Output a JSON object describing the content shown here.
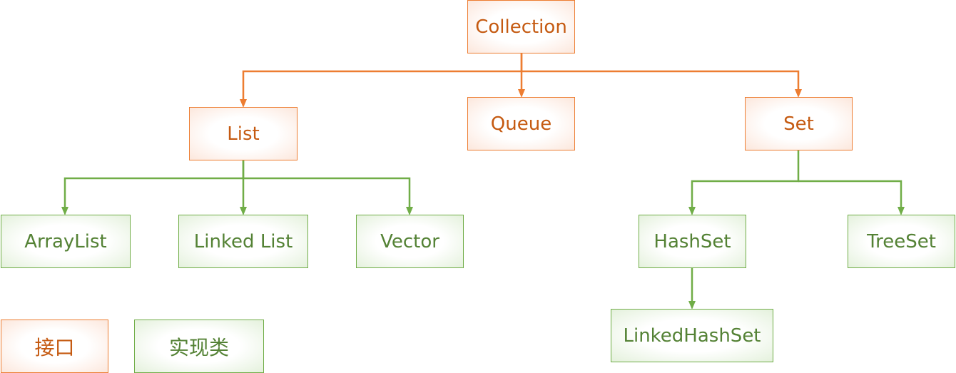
{
  "colors": {
    "interface_line": "#ED7D31",
    "interface_text": "#C55A11",
    "impl_line": "#70AD47",
    "impl_text": "#548235"
  },
  "nodes": {
    "collection": "Collection",
    "list": "List",
    "queue": "Queue",
    "set": "Set",
    "arraylist": "ArrayList",
    "linkedlist": "Linked List",
    "vector": "Vector",
    "hashset": "HashSet",
    "treeset": "TreeSet",
    "linkedhashset": "LinkedHashSet"
  },
  "legend": {
    "interface_label": "接口",
    "impl_label": "实现类"
  }
}
